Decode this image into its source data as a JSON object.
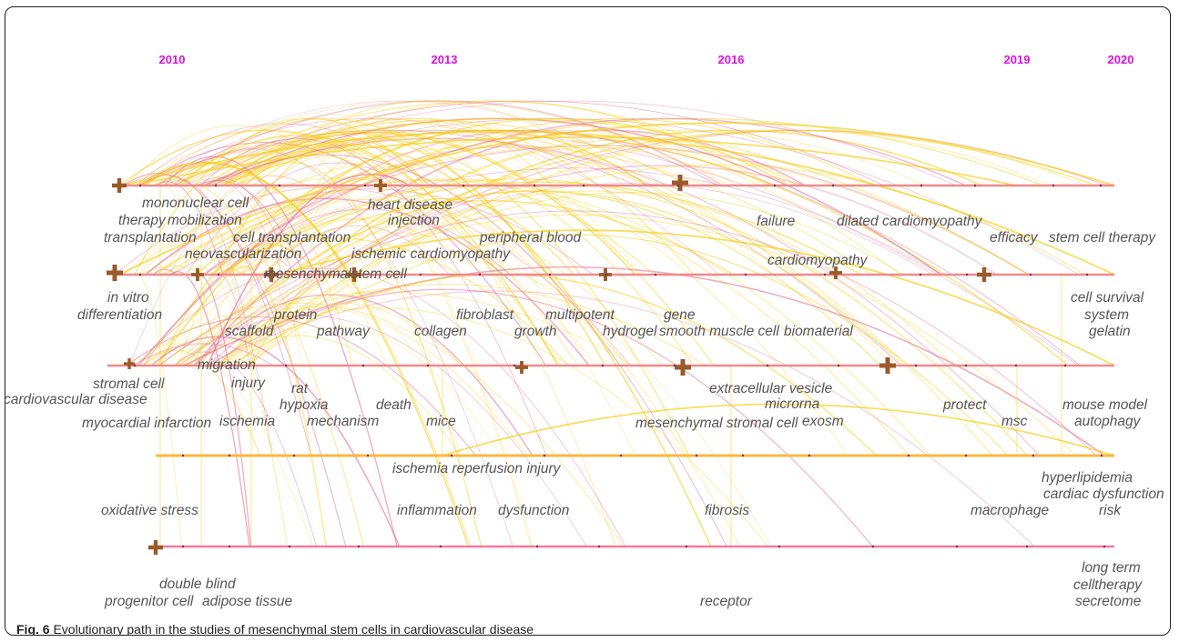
{
  "years": [
    "2010",
    "2013",
    "2016",
    "2019",
    "2020"
  ],
  "caption": {
    "label": "Fig. 6",
    "text": "Evolutionary path in the studies of mesenchymal stem cells in cardiovascular disease"
  },
  "terms": [
    "mononuclear cell",
    "heart disease",
    "therapy",
    "mobilization",
    "injection",
    "failure",
    "dilated cardiomyopathy",
    "transplantation",
    "cell transplantation",
    "peripheral blood",
    "efficacy",
    "stem cell therapy",
    "neovascularization",
    "ischemic cardiomyopathy",
    "cardiomyopathy",
    "mesenchymalstem cell",
    "in vitro",
    "cell survival",
    "differentiation",
    "fibroblast",
    "multipotent",
    "gene",
    "protein",
    "system",
    "scaffold",
    "pathway",
    "collagen",
    "growth",
    "hydrogel",
    "smooth muscle cell",
    "biomaterial",
    "gelatin",
    "migration",
    "injury",
    "stromal cell",
    "rat",
    "extracellular vesicle",
    "cardiovascular disease",
    "microrna",
    "hypoxia",
    "death",
    "protect",
    "mouse model",
    "myocardial infarction",
    "ischemia",
    "mechanism",
    "mice",
    "mesenchymal stromal cell",
    "exosm",
    "msc",
    "autophagy",
    "hyperlipidemia",
    "ischemia reperfusion injury",
    "cardiac dysfunction",
    "oxidative stress",
    "inflammation",
    "dysfunction",
    "fibrosis",
    "macrophage",
    "risk",
    "long term",
    "double blind",
    "celltherapy",
    "progenitor cell",
    "adipose tissue",
    "receptor",
    "secretome"
  ],
  "colors": {
    "year_label": "#e010e0",
    "lane_top": "#f08a8a",
    "lane_mid": "#f7b840",
    "lane_bottom": "#ef7c9a",
    "arc_pink": "#e0608a",
    "arc_yellow": "#f5d020",
    "node": "#9a5a2a"
  }
}
